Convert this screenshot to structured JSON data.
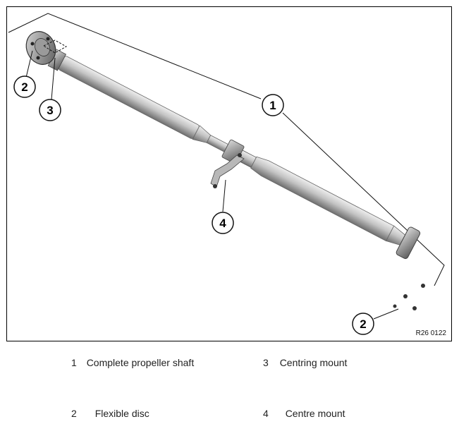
{
  "figure": {
    "code": "R26 0122",
    "callouts": [
      "1",
      "2",
      "3",
      "4",
      "2"
    ]
  },
  "legend": [
    {
      "number": "1",
      "label": "Complete propeller shaft"
    },
    {
      "number": "3",
      "label": "Centring mount"
    },
    {
      "number": "2",
      "label": "Flexible disc"
    },
    {
      "number": "4",
      "label": "Centre mount"
    }
  ]
}
